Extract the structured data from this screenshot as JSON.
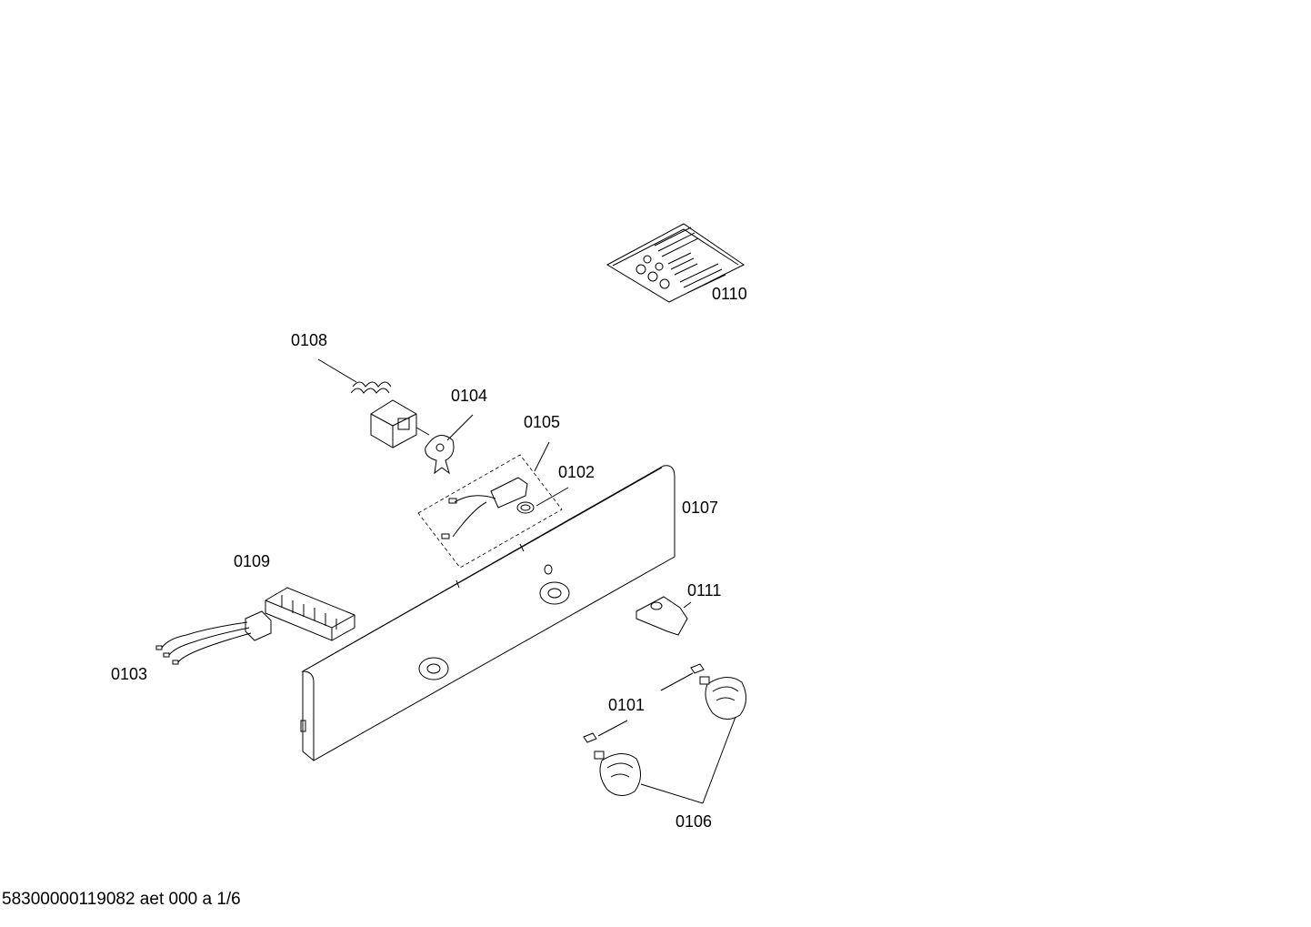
{
  "parts": {
    "p0101": "0101",
    "p0102": "0102",
    "p0103": "0103",
    "p0104": "0104",
    "p0105": "0105",
    "p0106": "0106",
    "p0107": "0107",
    "p0108": "0108",
    "p0109": "0109",
    "p0110": "0110",
    "p0111": "0111"
  },
  "footer": {
    "doc_id": "58300000119082 aet 000 a 1/6"
  }
}
